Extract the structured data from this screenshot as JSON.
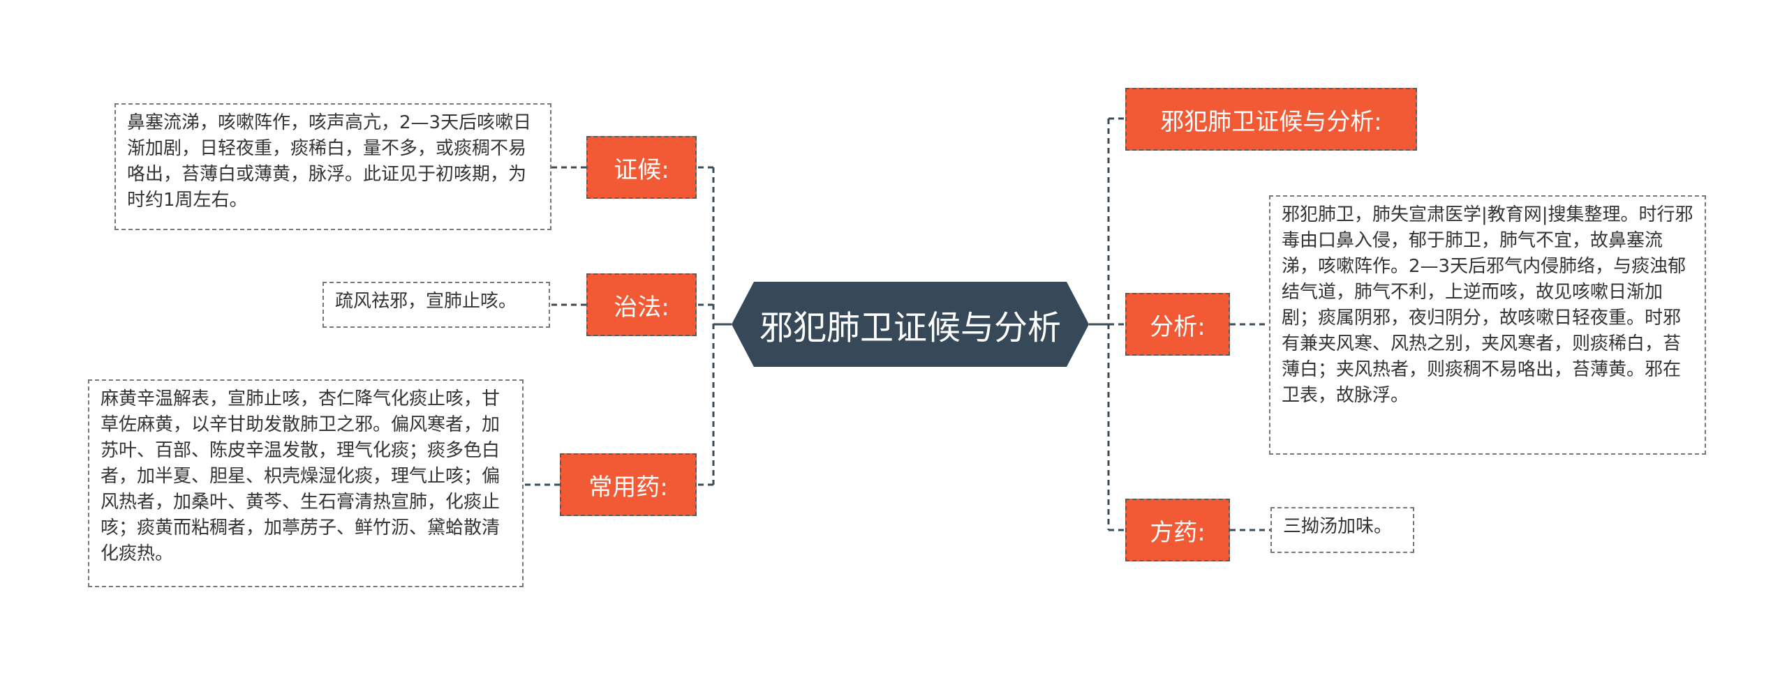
{
  "center": {
    "title": "邪犯肺卫证候与分析"
  },
  "left_branches": [
    {
      "label": "证候:",
      "text": "鼻塞流涕，咳嗽阵作，咳声高亢，2—3天后咳嗽日渐加剧，日轻夜重，痰稀白，量不多，或痰稠不易咯出，苔薄白或薄黄，脉浮。此证见于初咳期，为时约1周左右。"
    },
    {
      "label": "治法:",
      "text": "疏风祛邪，宣肺止咳。"
    },
    {
      "label": "常用药:",
      "text": "麻黄辛温解表，宣肺止咳，杏仁降气化痰止咳，甘草佐麻黄，以辛甘助发散肺卫之邪。偏风寒者，加苏叶、百部、陈皮辛温发散，理气化痰；痰多色白者，加半夏、胆星、枳壳燥湿化痰，理气止咳；偏风热者，加桑叶、黄芩、生石膏清热宣肺，化痰止咳；痰黄而粘稠者，加葶苈子、鲜竹沥、黛蛤散清化痰热。"
    }
  ],
  "right_branches": [
    {
      "label": "邪犯肺卫证候与分析:"
    },
    {
      "label": "分析:",
      "text": "邪犯肺卫，肺失宣肃医学|教育网|搜集整理。时行邪毒由口鼻入侵，郁于肺卫，肺气不宜，故鼻塞流涕，咳嗽阵作。2—3天后邪气内侵肺络，与痰浊郁结气道，肺气不利，上逆而咳，故见咳嗽日渐加剧；痰属阴邪，夜归阴分，故咳嗽日轻夜重。时邪有兼夹风寒、风热之别，夹风寒者，则痰稀白，苔薄白；夹风热者，则痰稠不易咯出，苔薄黄。邪在卫表，故脉浮。"
    },
    {
      "label": "方药:",
      "text": "三拗汤加味。"
    }
  ],
  "colors": {
    "center_fill": "#374958",
    "branch_fill": "#f25a35",
    "connector": "#3a4a56"
  }
}
